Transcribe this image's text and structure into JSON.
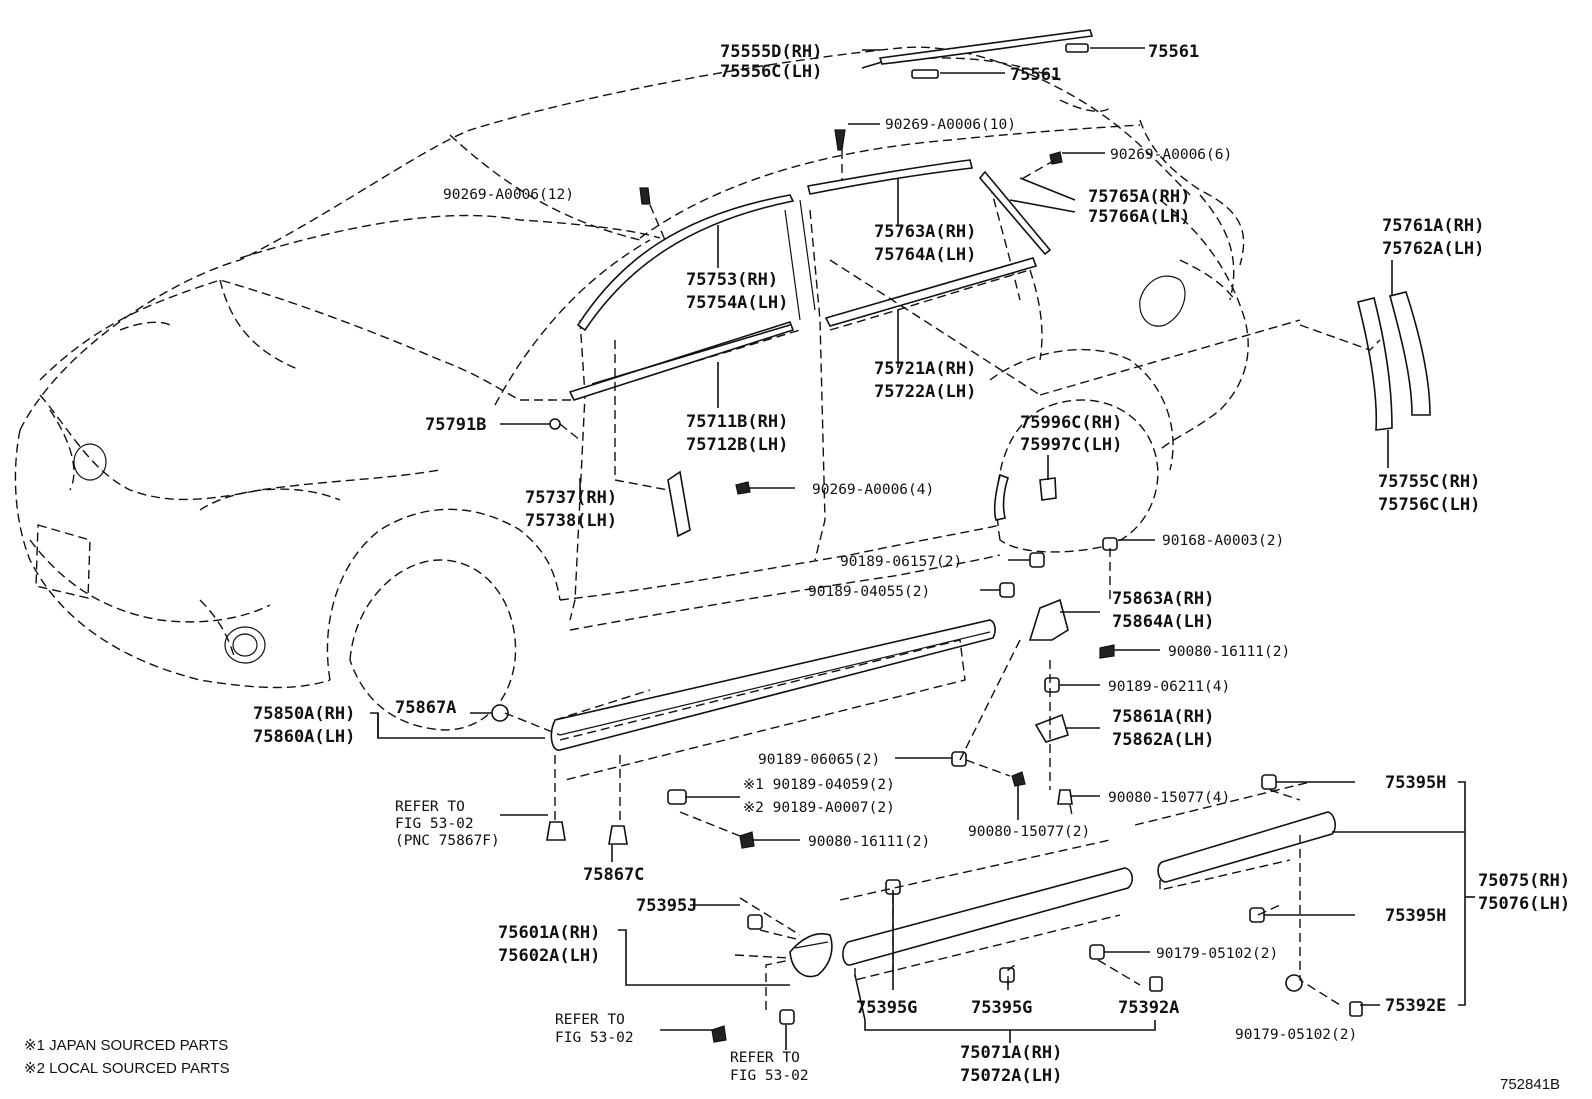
{
  "diagram_id": "752841B",
  "notes": [
    "※1 JAPAN SOURCED PARTS",
    "※2 LOCAL SOURCED PARTS"
  ],
  "labels": {
    "l75555": "75555D(RH)",
    "l75556": "75556C(LH)",
    "l75561a": "75561",
    "l75561b": "75561",
    "c10": "90269-A0006(10)",
    "c6": "90269-A0006(6)",
    "c12": "90269-A0006(12)",
    "c4": "90269-A0006(4)",
    "l75765": "75765A(RH)",
    "l75766": "75766A(LH)",
    "l75763": "75763A(RH)",
    "l75764": "75764A(LH)",
    "l75753": "75753(RH)",
    "l75754": "75754A(LH)",
    "l75761": "75761A(RH)",
    "l75762": "75762A(LH)",
    "l75721": "75721A(RH)",
    "l75722": "75722A(LH)",
    "l75711": "75711B(RH)",
    "l75712": "75712B(LH)",
    "l75791": "75791B",
    "l75996": "75996C(RH)",
    "l75997": "75997C(LH)",
    "l75755": "75755C(RH)",
    "l75756": "75756C(LH)",
    "l75737": "75737(RH)",
    "l75738": "75738(LH)",
    "c06157": "90189-06157(2)",
    "c0003": "90168-A0003(2)",
    "c04055": "90189-04055(2)",
    "l75863": "75863A(RH)",
    "l75864": "75864A(LH)",
    "s16111a": "90080-16111(2)",
    "l75850": "75850A(RH)",
    "l75860": "75860A(LH)",
    "l75867a": "75867A",
    "c06211": "90189-06211(4)",
    "l75861": "75861A(RH)",
    "l75862": "75862A(LH)",
    "c06065": "90189-06065(2)",
    "s15077a": "90080-15077(4)",
    "c04059": "※1 90189-04059(2)",
    "c0007": "※2 90189-A0007(2)",
    "s16111b": "90080-16111(2)",
    "s15077b": "90080-15077(2)",
    "ref1a": "REFER TO",
    "ref1b": "FIG 53-02",
    "ref1c": "(PNC 75867F)",
    "l75867c": "75867C",
    "l75395h1": "75395H",
    "l75395h2": "75395H",
    "l75075": "75075(RH)",
    "l75076": "75076(LH)",
    "l75395j": "75395J",
    "l75601": "75601A(RH)",
    "l75602": "75602A(LH)",
    "c05102a": "90179-05102(2)",
    "c05102b": "90179-05102(2)",
    "ref2a": "REFER TO",
    "ref2b": "FIG 53-02",
    "ref3a": "REFER TO",
    "ref3b": "FIG 53-02",
    "l75395g1": "75395G",
    "l75395g2": "75395G",
    "l75392a": "75392A",
    "l75392e": "75392E",
    "l75071": "75071A(RH)",
    "l75072": "75072A(LH)"
  }
}
